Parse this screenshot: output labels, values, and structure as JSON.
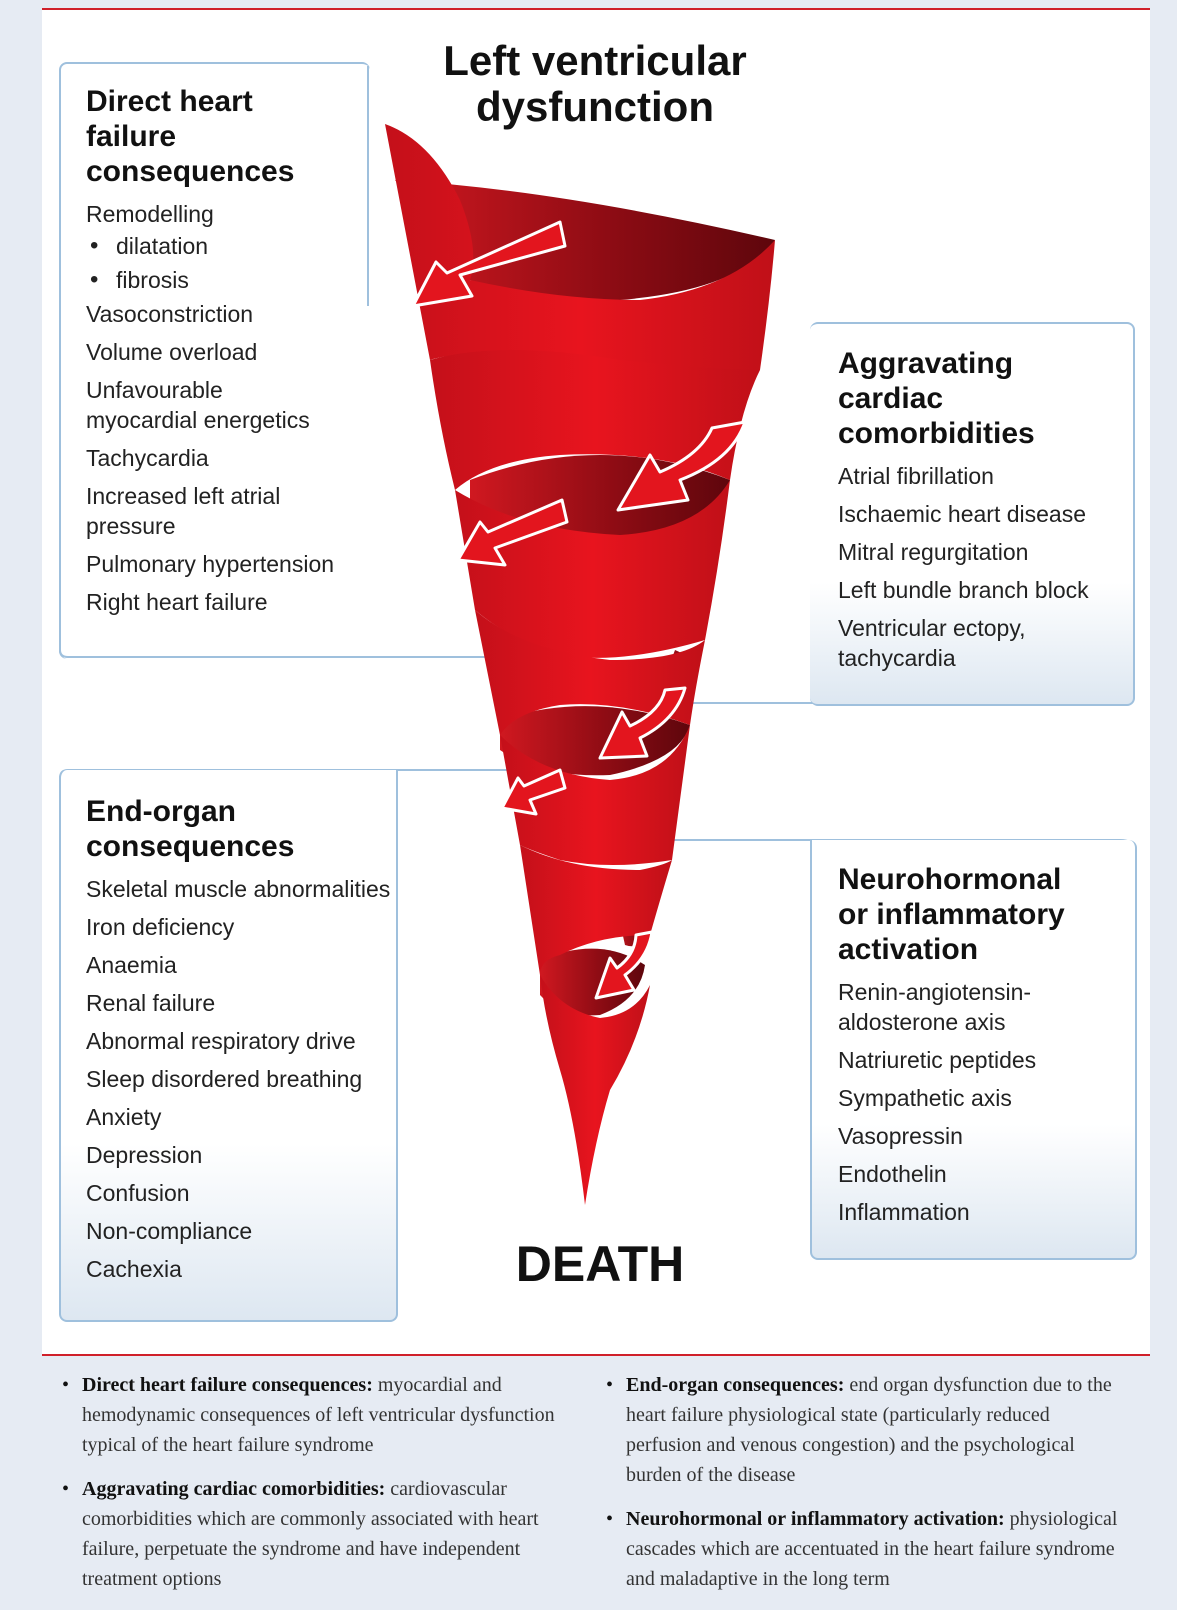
{
  "title": "Left ventricular dysfunction",
  "bottom_label": "DEATH",
  "boxes": {
    "direct": {
      "title": "Direct heart failure consequences",
      "items": [
        "Remodelling",
        "dilatation",
        "fibrosis",
        "Vasoconstriction",
        "Volume overload",
        "Unfavourable myocardial energetics",
        "Tachycardia",
        "Increased left atrial pressure",
        "Pulmonary hypertension",
        "Right heart failure"
      ]
    },
    "aggravating": {
      "title": "Aggravating cardiac comorbidities",
      "items": [
        "Atrial fibrillation",
        "Ischaemic heart disease",
        "Mitral regurgitation",
        "Left bundle branch block",
        "Ventricular ectopy, tachycardia"
      ]
    },
    "endorgan": {
      "title": "End-organ consequences",
      "items": [
        "Skeletal muscle abnormalities",
        "Iron deficiency",
        "Anaemia",
        "Renal failure",
        "Abnormal respiratory drive",
        "Sleep disordered breathing",
        "Anxiety",
        "Depression",
        "Confusion",
        "Non-compliance",
        "Cachexia"
      ]
    },
    "neuro": {
      "title": "Neurohormonal or inflammatory activation",
      "items": [
        "Renin-angiotensin-aldosterone axis",
        "Natriuretic peptides",
        "Sympathetic axis",
        "Vasopressin",
        "Endothelin",
        "Inflammation"
      ]
    }
  },
  "notes": {
    "left": [
      {
        "term": "Direct heart failure consequences:",
        "text": "myocardial and hemodynamic consequences of left ventricular dysfunction typical of the heart failure syndrome"
      },
      {
        "term": "Aggravating cardiac comorbidities:",
        "text": "cardiovascular comorbidities which are commonly associated with heart failure, perpetuate the syndrome and have independent treatment options"
      }
    ],
    "right": [
      {
        "term": "End-organ consequences:",
        "text": "end organ dysfunction due to the heart failure physiological state (particularly reduced perfusion and venous congestion) and the psychological burden of the disease"
      },
      {
        "term": "Neurohormonal or inflammatory activation:",
        "text": "physiological cascades which are accentuated in the heart failure syndrome and maladaptive in the long term"
      }
    ]
  },
  "colors": {
    "accent_red": "#d0202a",
    "spiral_light": "#e8141e",
    "spiral_dark": "#7a0a10",
    "box_border": "#9fc0dd",
    "background": "#e6ebf3"
  }
}
